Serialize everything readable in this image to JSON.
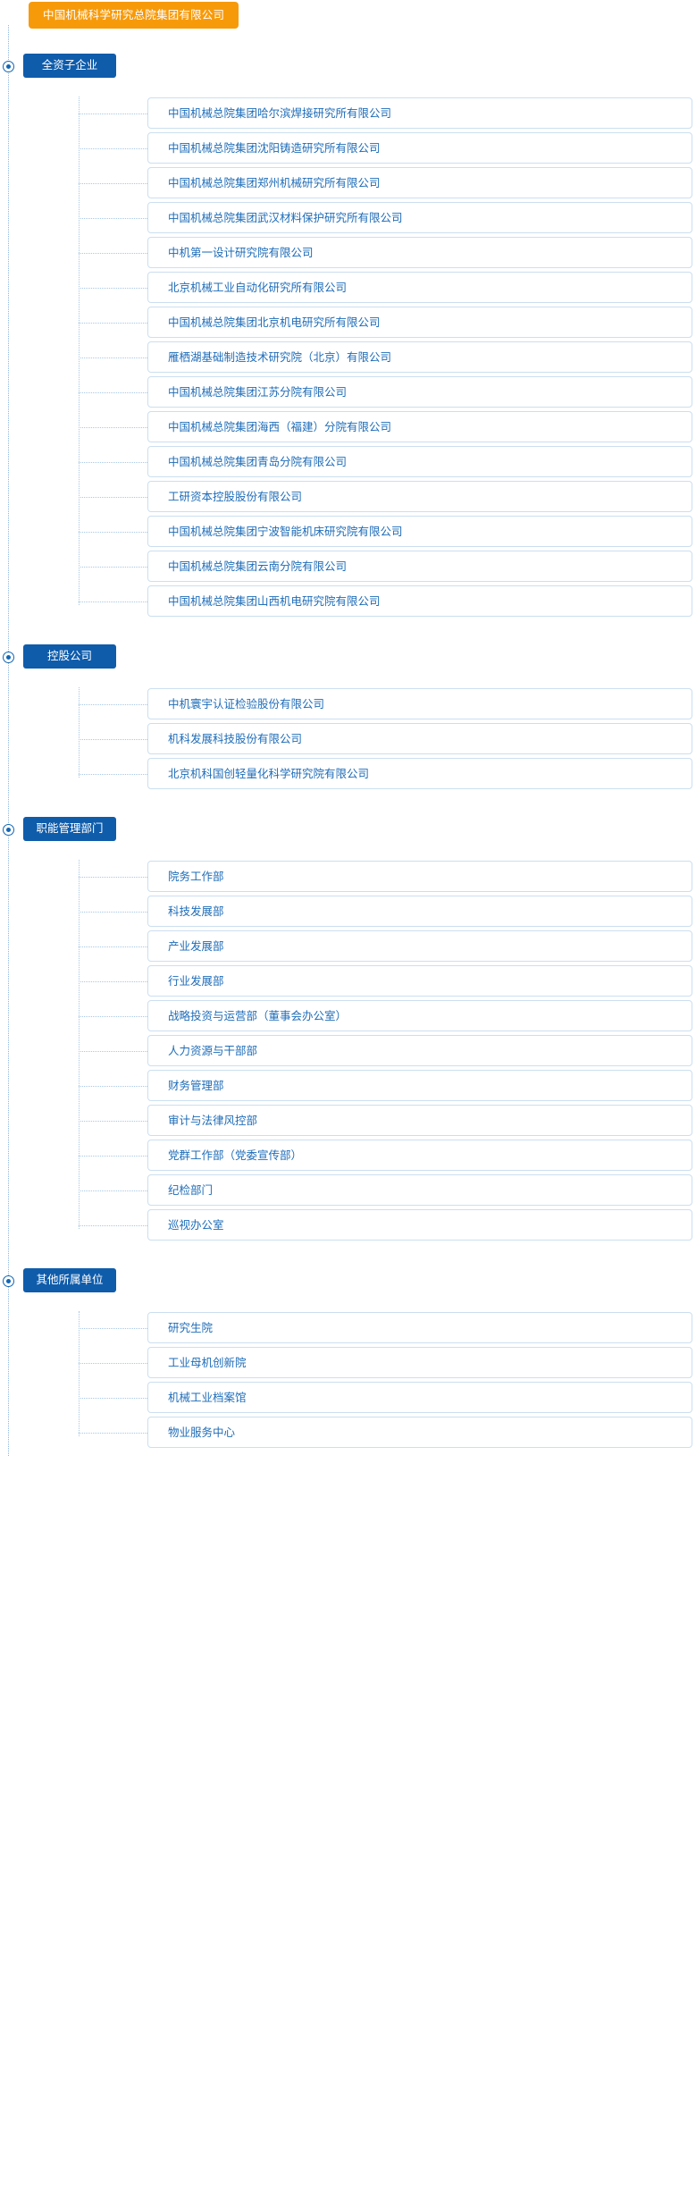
{
  "colors": {
    "root_bg": "#f79a0a",
    "group_bg": "#0f5cab",
    "item_text": "#1e6cb8",
    "item_border": "#cbdff0",
    "connector": "#a8c8e4",
    "bullet": "#1266b5"
  },
  "root": {
    "label": "中国机械科学研究总院集团有限公司",
    "icon": "root-node-badge"
  },
  "groups": [
    {
      "label": "全资子企业",
      "bullet_icon": "radio-bullet-icon",
      "items": [
        "中国机械总院集团哈尔滨焊接研究所有限公司",
        "中国机械总院集团沈阳铸造研究所有限公司",
        "中国机械总院集团郑州机械研究所有限公司",
        "中国机械总院集团武汉材料保护研究所有限公司",
        "中机第一设计研究院有限公司",
        "北京机械工业自动化研究所有限公司",
        "中国机械总院集团北京机电研究所有限公司",
        "雁栖湖基础制造技术研究院（北京）有限公司",
        "中国机械总院集团江苏分院有限公司",
        "中国机械总院集团海西（福建）分院有限公司",
        "中国机械总院集团青岛分院有限公司",
        "工研资本控股股份有限公司",
        "中国机械总院集团宁波智能机床研究院有限公司",
        "中国机械总院集团云南分院有限公司",
        "中国机械总院集团山西机电研究院有限公司"
      ]
    },
    {
      "label": "控股公司",
      "bullet_icon": "radio-bullet-icon",
      "items": [
        "中机寰宇认证检验股份有限公司",
        "机科发展科技股份有限公司",
        "北京机科国创轻量化科学研究院有限公司"
      ]
    },
    {
      "label": "职能管理部门",
      "bullet_icon": "radio-bullet-icon",
      "items": [
        "院务工作部",
        "科技发展部",
        "产业发展部",
        "行业发展部",
        "战略投资与运营部（董事会办公室）",
        "人力资源与干部部",
        "财务管理部",
        "审计与法律风控部",
        "党群工作部（党委宣传部）",
        "纪检部门",
        "巡视办公室"
      ]
    },
    {
      "label": "其他所属单位",
      "bullet_icon": "radio-bullet-icon",
      "items": [
        "研究生院",
        "工业母机创新院",
        "机械工业档案馆",
        "物业服务中心"
      ]
    }
  ]
}
